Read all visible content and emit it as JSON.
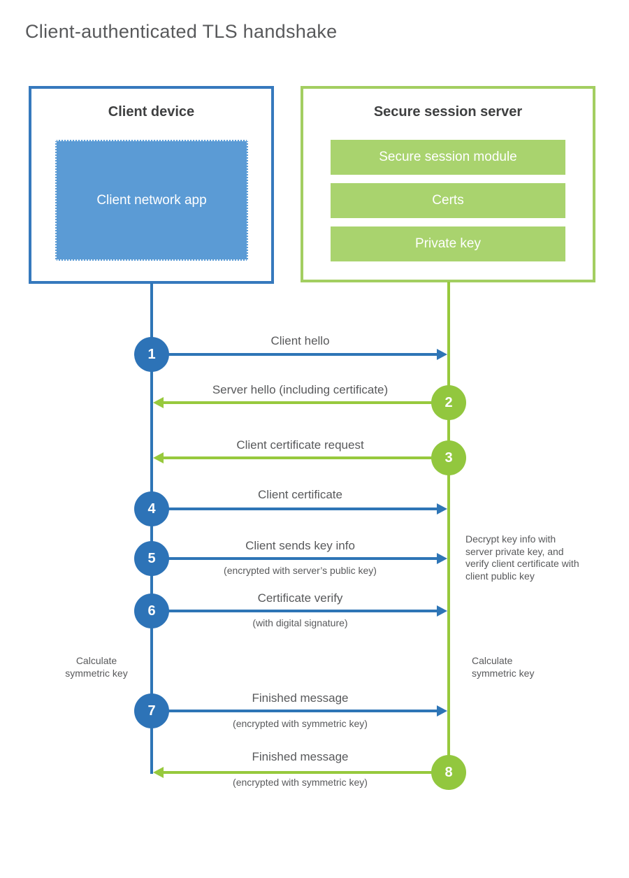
{
  "title": "Client-authenticated TLS handshake",
  "colors": {
    "blue_stroke": "#2e75b6",
    "blue_fill": "#5b9bd5",
    "blue_border": "#3679bd",
    "green_stroke": "#97c93d",
    "green_fill": "#a9d36e",
    "green_border": "#a3ce61",
    "text": "#58595b",
    "heading": "#3f4041"
  },
  "client_box": {
    "title": "Client device",
    "app_label": "Client network app"
  },
  "server_box": {
    "title": "Secure session server",
    "modules": [
      "Secure session module",
      "Certs",
      "Private key"
    ]
  },
  "steps": [
    {
      "num": "1",
      "label": "Client hello",
      "sub": "",
      "from": "client",
      "direction": "client-to-server"
    },
    {
      "num": "2",
      "label": "Server hello (including certificate)",
      "sub": "",
      "from": "server",
      "direction": "server-to-client"
    },
    {
      "num": "3",
      "label": "Client certificate request",
      "sub": "",
      "from": "server",
      "direction": "server-to-client"
    },
    {
      "num": "4",
      "label": "Client certificate",
      "sub": "",
      "from": "client",
      "direction": "client-to-server"
    },
    {
      "num": "5",
      "label": "Client sends key info",
      "sub": "(encrypted with server’s public key)",
      "from": "client",
      "direction": "client-to-server"
    },
    {
      "num": "6",
      "label": "Certificate verify",
      "sub": "(with digital signature)",
      "from": "client",
      "direction": "client-to-server"
    },
    {
      "num": "7",
      "label": "Finished message",
      "sub": "(encrypted with symmetric key)",
      "from": "client",
      "direction": "client-to-server"
    },
    {
      "num": "8",
      "label": "Finished message",
      "sub": "(encrypted with symmetric key)",
      "from": "server",
      "direction": "server-to-client"
    }
  ],
  "annotations": {
    "left_calculate": "Calculate symmetric key",
    "right_calculate": "Calculate symmetric key",
    "decrypt_note": "Decrypt key info with server private key, and verify client certificate with client public key"
  }
}
